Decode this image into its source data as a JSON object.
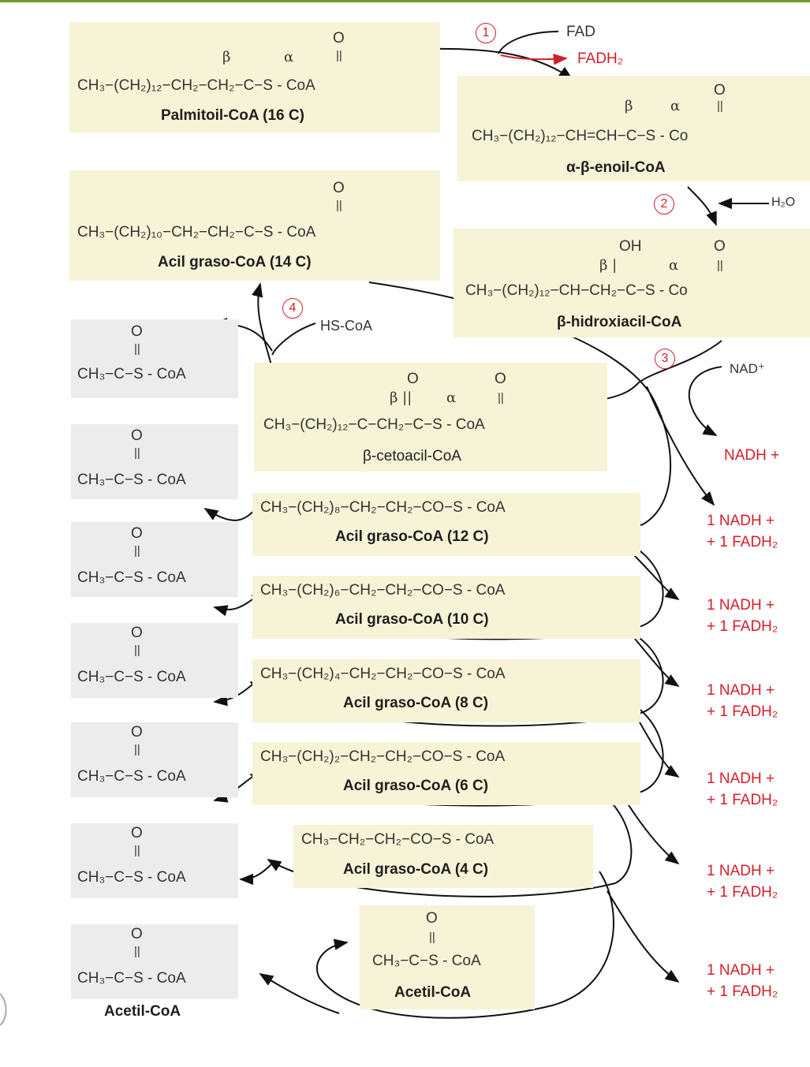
{
  "steps": [
    "1",
    "2",
    "3",
    "4"
  ],
  "reagents": {
    "fad": "FAD",
    "fadh2": "FADH₂",
    "h2o": "H₂O",
    "nad": "NAD⁺",
    "hscoa": "HS-CoA",
    "nadh_plus": "NADH +"
  },
  "palmitoil": {
    "beta": "β",
    "alpha": "α",
    "o": "O",
    "dbl": "||",
    "formula": "CH₃−(CH₂)₁₂−CH₂−CH₂−C−S - CoA",
    "name": "Palmitoil-CoA (16 C)"
  },
  "enoil": {
    "beta": "β",
    "alpha": "α",
    "o": "O",
    "dbl": "||",
    "formula": "CH₃−(CH₂)₁₂−CH=CH−C−S - Co",
    "name": "α-β-enoil-CoA"
  },
  "hidroxi": {
    "oh": "OH",
    "beta": "β |",
    "alpha": "α",
    "o": "O",
    "dbl": "||",
    "formula": "CH₃−(CH₂)₁₂−CH−CH₂−C−S - Co",
    "name": "β-hidroxiacil-CoA"
  },
  "acil14": {
    "o": "O",
    "dbl": "||",
    "formula": "CH₃−(CH₂)₁₀−CH₂−CH₂−C−S - CoA",
    "name": "Acil graso-CoA (14 C)"
  },
  "cetoacil": {
    "o1": "O",
    "o2": "O",
    "beta": "β ||",
    "alpha": "α",
    "dbl": "||",
    "formula": "CH₃−(CH₂)₁₂−C−CH₂−C−S - CoA",
    "name": "β-cetoacil-CoA"
  },
  "acyls": [
    {
      "formula": "CH₃−(CH₂)₈−CH₂−CH₂−CO−S - CoA",
      "name": "Acil graso-CoA (12 C)"
    },
    {
      "formula": "CH₃−(CH₂)₆−CH₂−CH₂−CO−S - CoA",
      "name": "Acil graso-CoA (10 C)"
    },
    {
      "formula": "CH₃−(CH₂)₄−CH₂−CH₂−CO−S - CoA",
      "name": "Acil graso-CoA (8 C)"
    },
    {
      "formula": "CH₃−(CH₂)₂−CH₂−CH₂−CO−S - CoA",
      "name": "Acil graso-CoA (6 C)"
    },
    {
      "formula": "CH₃−CH₂−CH₂−CO−S - CoA",
      "name": "Acil graso-CoA (4 C)"
    }
  ],
  "acetyl": {
    "o": "O",
    "dbl": "||",
    "formula": "CH₃−C−S - CoA",
    "name": "Acetil-CoA"
  },
  "yields": {
    "line1": "1 NADH +",
    "line2": "+ 1 FADH₂"
  }
}
